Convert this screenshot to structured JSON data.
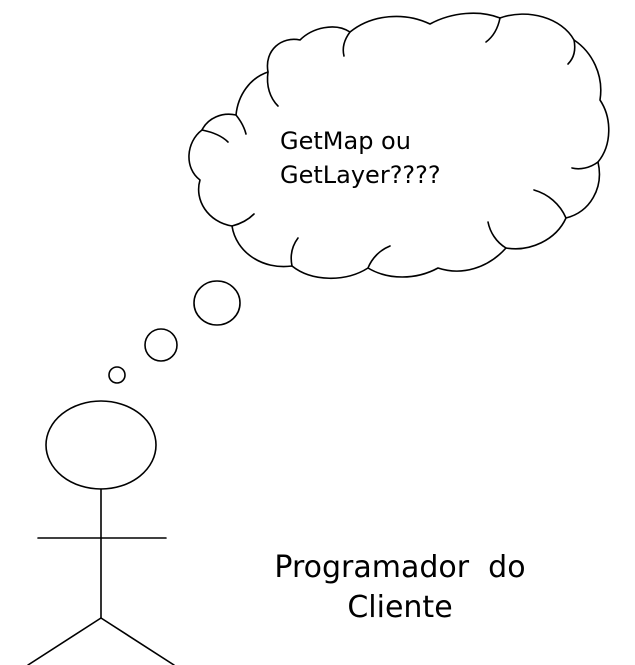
{
  "thought_bubble": {
    "line1": "GetMap ou",
    "line2": "GetLayer????"
  },
  "actor": {
    "label_line1": "Programador  do",
    "label_line2": "Cliente"
  }
}
